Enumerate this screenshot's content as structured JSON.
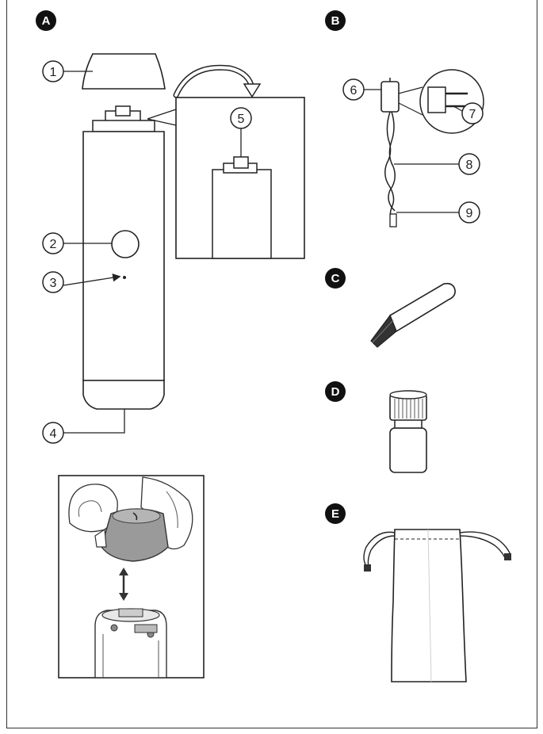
{
  "sections": {
    "a": "A",
    "b": "B",
    "c": "C",
    "d": "D",
    "e": "E"
  },
  "callouts": {
    "n1": "1",
    "n2": "2",
    "n3": "3",
    "n4": "4",
    "n5": "5",
    "n6": "6",
    "n7": "7",
    "n8": "8",
    "n9": "9"
  },
  "colors": {
    "line": "#222222",
    "badge": "#111111",
    "cap_fill": "#9a9a9a"
  }
}
